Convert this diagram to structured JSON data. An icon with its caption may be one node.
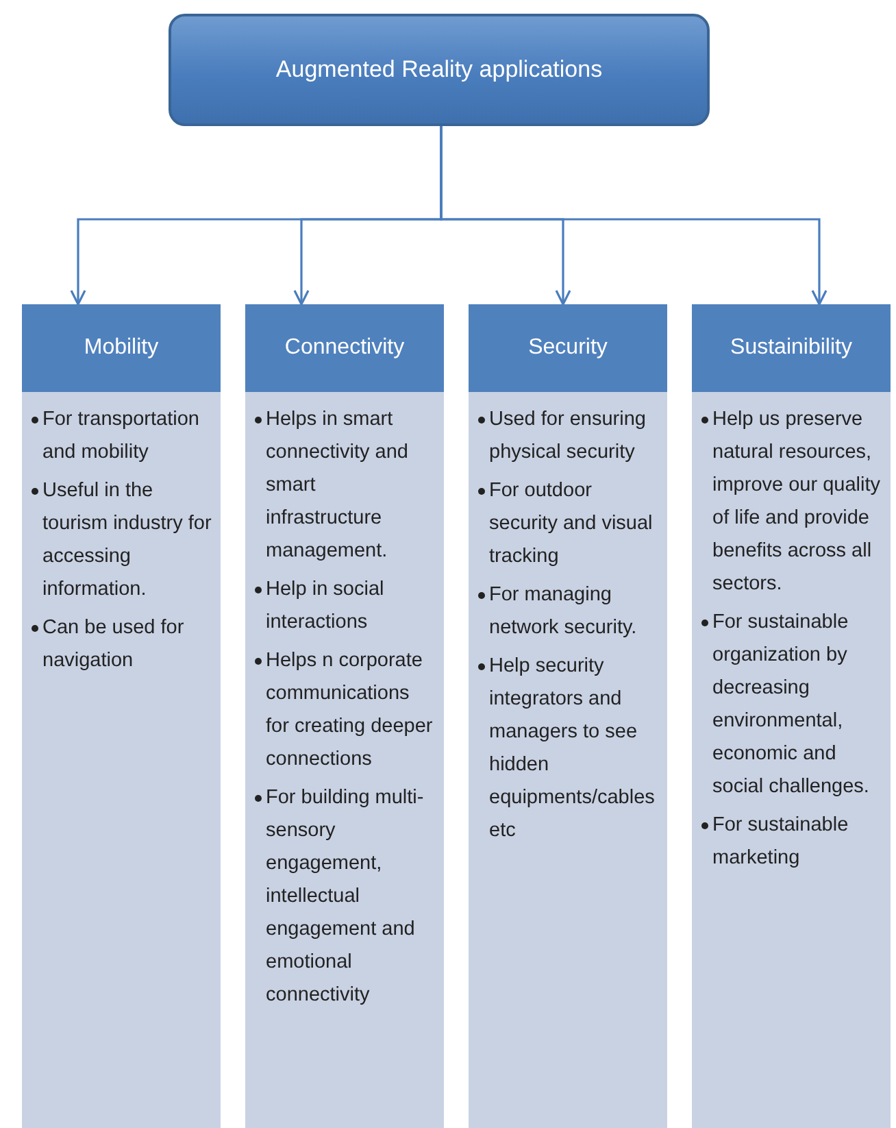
{
  "diagram": {
    "nodes": [
      {
        "text": [
          "Augmented Reality applications"
        ]
      },
      {
        "text": [
          "Mobility",
          "For transportation and mobility",
          "Useful in the tourism industry for accessing information.",
          "Can be used for navigation"
        ]
      },
      {
        "text": [
          "Connectivity",
          "Helps in smart connectivity and smart infrastructure management.",
          "Help in social interactions",
          "Helps n corporate communications for creating deeper connections",
          "For building multi-sensory engagement, intellectual engagement and emotional connectivity"
        ]
      },
      {
        "text": [
          "Security",
          "Used for ensuring physical security",
          "For outdoor security and visual tracking",
          "For managing network security.",
          "Help security integrators and managers to see hidden equipments/cables etc"
        ]
      },
      {
        "text": [
          "Sustainibility",
          "Help us preserve natural resources, improve our quality of life and provide benefits across all sectors.",
          "For sustainable organization by decreasing environmental, economic and social challenges.",
          "For sustainable marketing"
        ]
      }
    ],
    "edges": [
      {
        "from": 0,
        "to": 1,
        "arrow": "to"
      },
      {
        "from": 0,
        "to": 2,
        "arrow": "to"
      },
      {
        "from": 0,
        "to": 3,
        "arrow": "to"
      },
      {
        "from": 0,
        "to": 4,
        "arrow": "to"
      }
    ]
  }
}
